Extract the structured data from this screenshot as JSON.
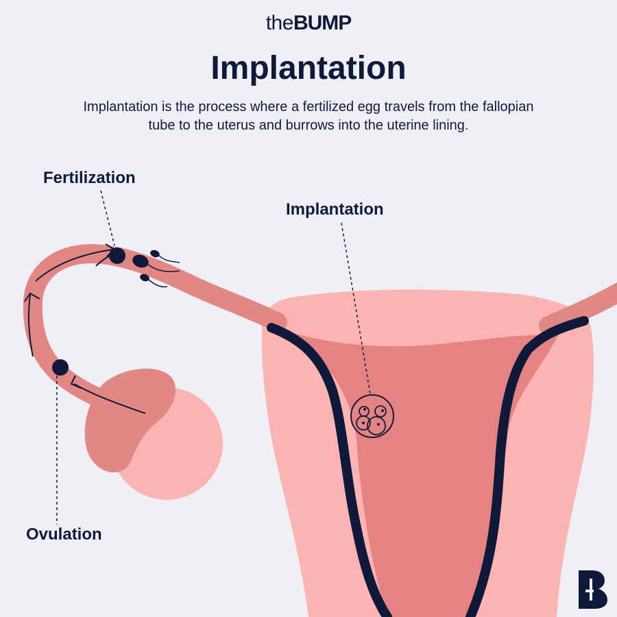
{
  "brand": {
    "light": "the",
    "bold": "BUMP"
  },
  "title": "Implantation",
  "description": "Implantation is the process where a fertilized egg travels from the fallopian tube to the uterus and burrows into the uterine lining.",
  "labels": {
    "fertilization": "Fertilization",
    "implantation": "Implantation",
    "ovulation": "Ovulation"
  },
  "logo_mark": "B",
  "colors": {
    "background": "#eef0f6",
    "navy": "#0f1a3a",
    "tube_pink": "#e38785",
    "light_pink": "#fbb4b2",
    "mid_pink": "#e48382"
  }
}
